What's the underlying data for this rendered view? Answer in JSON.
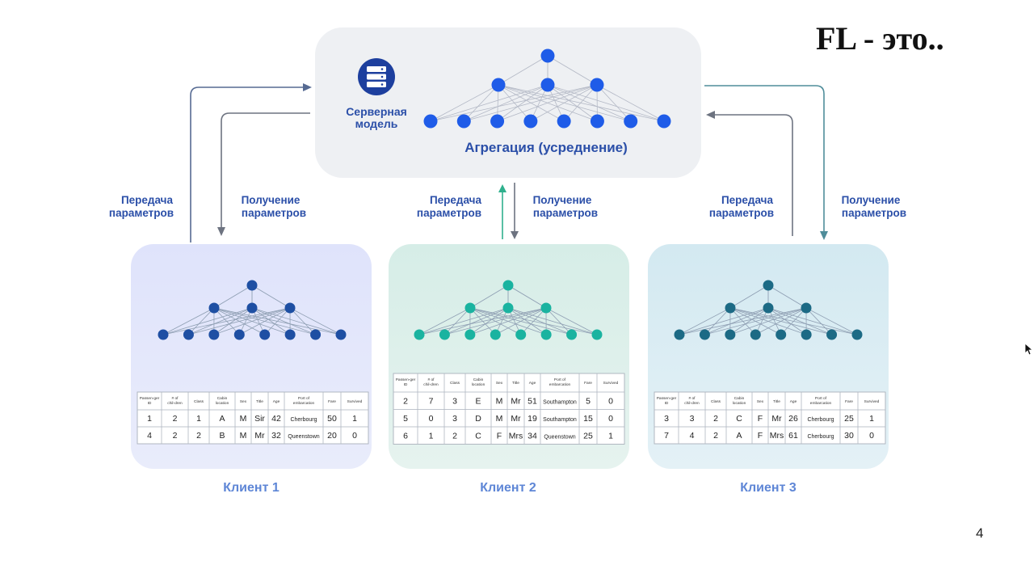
{
  "slide": {
    "title": "FL - это..",
    "page_number": "4"
  },
  "server": {
    "label_line1": "Серверная",
    "label_line2": "модель",
    "aggregation_label": "Агрегация (усреднение)",
    "icon": "server-icon"
  },
  "arrows": {
    "send_line1": "Передача",
    "send_line2": "параметров",
    "receive_line1": "Получение",
    "receive_line2": "параметров"
  },
  "colors": {
    "server_node": "#1f5ce8",
    "server_icon_bg": "#1d3f9e",
    "client1_node": "#1e4fa3",
    "client2_node": "#1ab3a0",
    "client3_node": "#1c6a85",
    "text_blue": "#2b4fa8",
    "client_label": "#5e86d6"
  },
  "table_headers": [
    "Passen-ger ID",
    "# of chil-dren",
    "Class",
    "Cabin location",
    "Sex",
    "Title",
    "Age",
    "Port of embarcation",
    "Fare",
    "Survived"
  ],
  "clients": [
    {
      "label": "Клиент 1",
      "rows": [
        [
          "1",
          "2",
          "1",
          "A",
          "M",
          "Sir",
          "42",
          "Cherbourg",
          "50",
          "1"
        ],
        [
          "4",
          "2",
          "2",
          "B",
          "M",
          "Mr",
          "32",
          "Queenstown",
          "20",
          "0"
        ]
      ]
    },
    {
      "label": "Клиент 2",
      "rows": [
        [
          "2",
          "7",
          "3",
          "E",
          "M",
          "Mr",
          "51",
          "Southampton",
          "5",
          "0"
        ],
        [
          "5",
          "0",
          "3",
          "D",
          "M",
          "Mr",
          "19",
          "Southampton",
          "15",
          "0"
        ],
        [
          "6",
          "1",
          "2",
          "C",
          "F",
          "Mrs",
          "34",
          "Queenstown",
          "25",
          "1"
        ]
      ]
    },
    {
      "label": "Клиент 3",
      "rows": [
        [
          "3",
          "3",
          "2",
          "C",
          "F",
          "Mr",
          "26",
          "Cherbourg",
          "25",
          "1"
        ],
        [
          "7",
          "4",
          "2",
          "A",
          "F",
          "Mrs",
          "61",
          "Cherbourg",
          "30",
          "0"
        ]
      ]
    }
  ]
}
